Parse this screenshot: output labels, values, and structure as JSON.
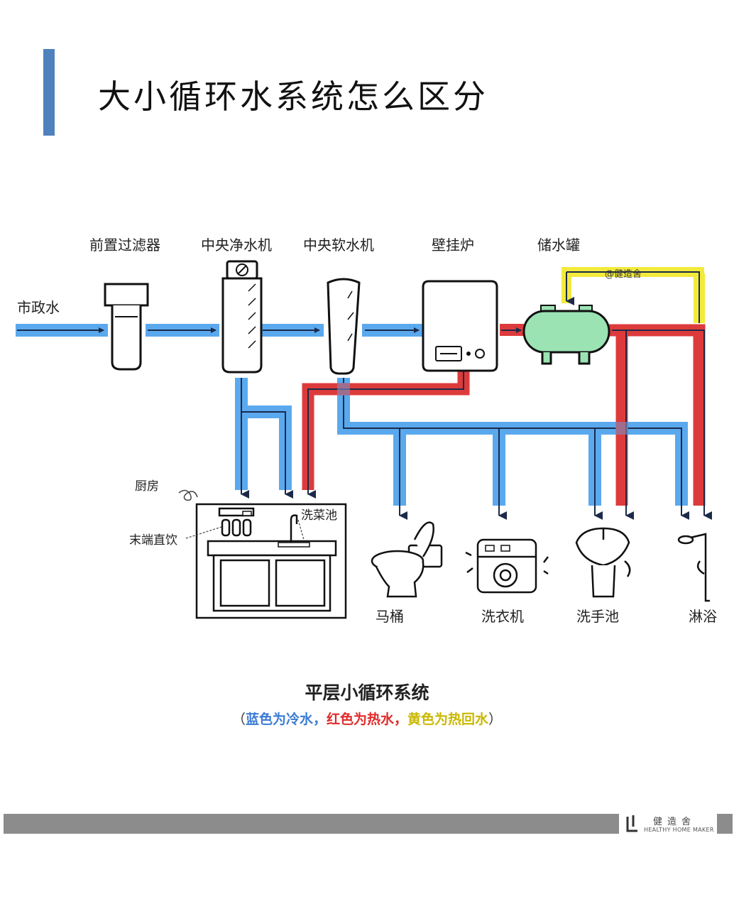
{
  "page": {
    "title": "大小循环水系统怎么区分",
    "accent_color": "#4f81bd"
  },
  "diagram": {
    "components": {
      "municipal_water": "市政水",
      "pre_filter": "前置过滤器",
      "central_purifier": "中央净水机",
      "central_softener": "中央软水机",
      "wall_boiler": "壁挂炉",
      "storage_tank": "储水罐",
      "kitchen": "厨房",
      "terminal_drinking": "末端直饮",
      "vegetable_sink": "洗菜池",
      "toilet": "马桶",
      "washing_machine": "洗衣机",
      "wash_basin": "洗手池",
      "shower": "淋浴"
    },
    "watermark": "@健造舍",
    "colors": {
      "cold": "#5aa9ee",
      "hot": "#dd3b3b",
      "return": "#f2ea3c"
    }
  },
  "caption": "平层小循环系统",
  "legend": {
    "open": "（",
    "cold": "蓝色为冷水，",
    "hot": "红色为热水，",
    "ret": "黄色为热回水",
    "close": "）"
  },
  "footer": {
    "brand": "健造舍",
    "brand_sub": "HEALTHY HOME MAKER"
  }
}
